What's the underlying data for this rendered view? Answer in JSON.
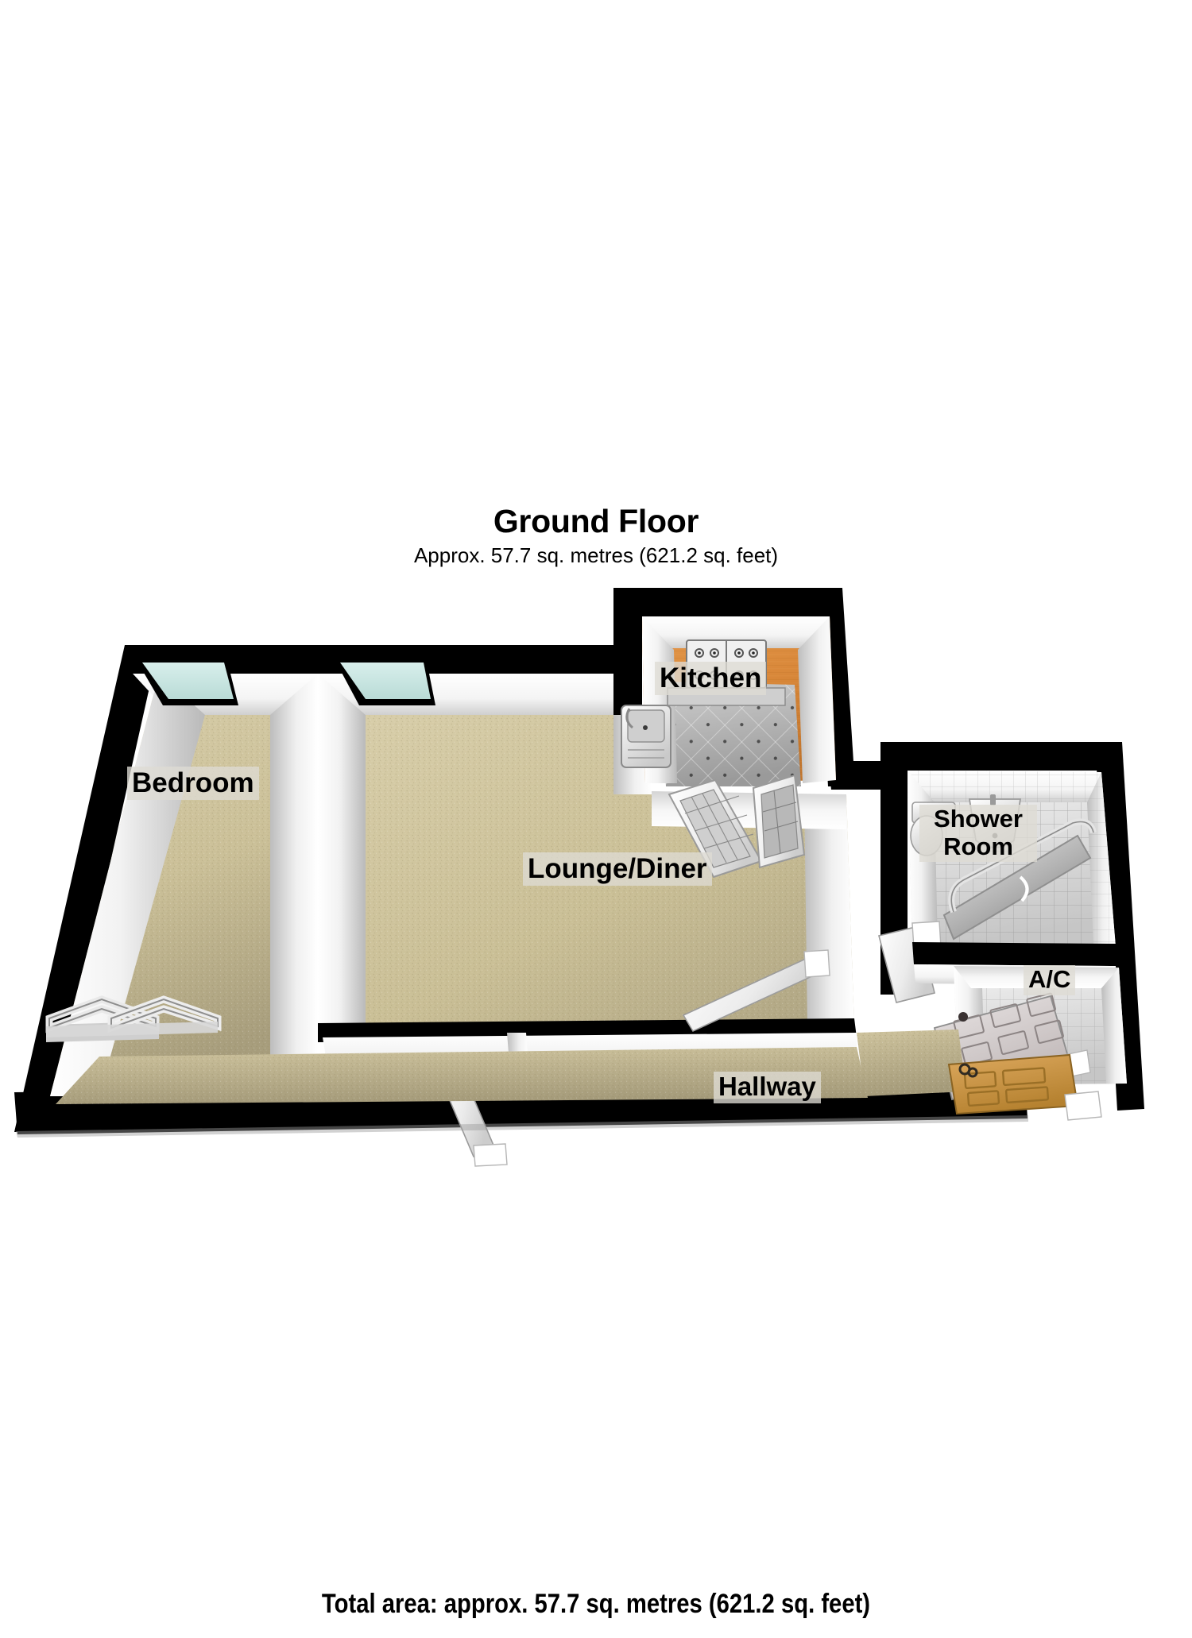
{
  "header": {
    "floor_title": "Ground Floor",
    "area_note": "Approx. 57.7 sq. metres (621.2 sq. feet)"
  },
  "footer": {
    "total_area": "Total area: approx. 57.7 sq. metres (621.2 sq. feet)"
  },
  "rooms": [
    {
      "id": "bedroom",
      "label": "Bedroom",
      "floor": "carpet-beige"
    },
    {
      "id": "lounge_diner",
      "label": "Lounge/Diner",
      "floor": "carpet-beige"
    },
    {
      "id": "kitchen",
      "label": "Kitchen",
      "floor": "tile-grey"
    },
    {
      "id": "shower_room",
      "label": "Shower Room",
      "floor": "tile-white"
    },
    {
      "id": "airing_cupboard",
      "label": "A/C",
      "floor": "tile-white"
    },
    {
      "id": "hallway",
      "label": "Hallway",
      "floor": "carpet-beige"
    }
  ],
  "fixtures": [
    {
      "id": "hob",
      "name": "four-burner-hob",
      "room": "kitchen"
    },
    {
      "id": "sink",
      "name": "kitchen-sink",
      "room": "kitchen"
    },
    {
      "id": "worktop",
      "name": "kitchen-worktop",
      "room": "kitchen"
    },
    {
      "id": "toilet",
      "name": "toilet",
      "room": "shower_room"
    },
    {
      "id": "basin",
      "name": "wash-basin",
      "room": "shower_room"
    },
    {
      "id": "shower_tray",
      "name": "shower-cubicle",
      "room": "shower_room"
    }
  ],
  "openings": [
    {
      "id": "bed_window",
      "name": "bedroom-window",
      "type": "window"
    },
    {
      "id": "lounge_window",
      "name": "lounge-window",
      "type": "window"
    },
    {
      "id": "bed_patio",
      "name": "bedroom-patio-doors",
      "type": "double-door"
    },
    {
      "id": "kitchen_doors",
      "name": "kitchen-french-doors",
      "type": "double-door"
    },
    {
      "id": "lounge_door",
      "name": "lounge-hallway-door",
      "type": "door"
    },
    {
      "id": "bed_door",
      "name": "bedroom-hallway-door",
      "type": "door"
    },
    {
      "id": "shower_door",
      "name": "shower-room-door",
      "type": "door"
    },
    {
      "id": "ac_door",
      "name": "airing-cupboard-door",
      "type": "door"
    },
    {
      "id": "front_door",
      "name": "front-entrance-door",
      "type": "door"
    }
  ],
  "colors": {
    "wall_outline": "#000000",
    "wall_face_light": "#ffffff",
    "wall_face_shade": "#c2c2c2",
    "carpet_beige": "#cfc49b",
    "carpet_beige_dark": "#a89e7d",
    "tile_grey": "#b4b4b4",
    "tile_white": "#e8e8e8",
    "worktop_wood": "#d98c3f",
    "window_glass": "#cce6e3",
    "door_oak": "#c99a55",
    "label_bg": "#dedbd4",
    "text": "#000000",
    "page_bg": "#ffffff"
  }
}
